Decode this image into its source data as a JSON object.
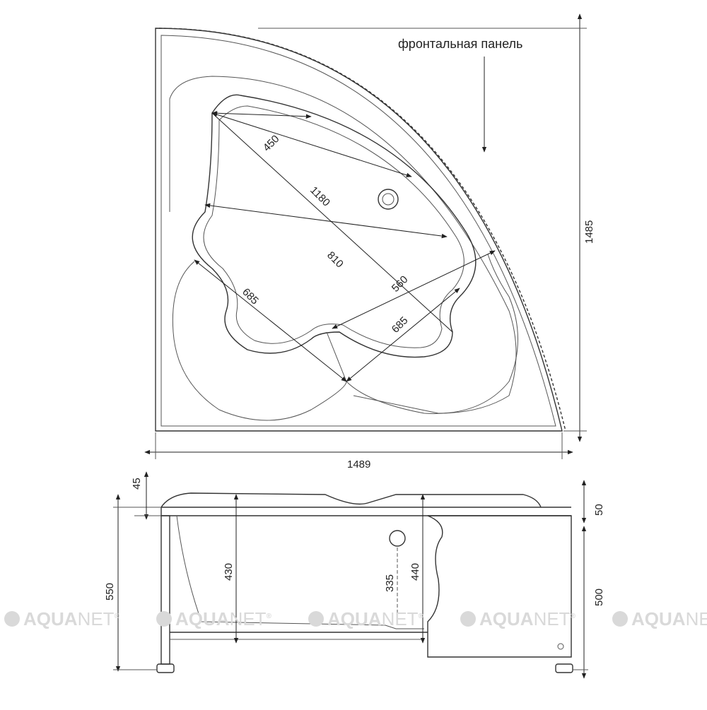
{
  "plan_view": {
    "front_panel_label": "фронтальная панель",
    "dimensions": {
      "overall_width": "1489",
      "overall_depth": "1485",
      "diagonal_outer": "1180",
      "diagonal_inner": "810",
      "basin_head": "450",
      "basin_side": "560",
      "lobe_left": "685",
      "lobe_right": "685"
    }
  },
  "side_view": {
    "dimensions": {
      "rim_thickness": "45",
      "total_height": "550",
      "inner_depth": "430",
      "drain_height": "335",
      "frame_height": "440",
      "panel_top": "50",
      "panel_height": "500"
    }
  },
  "watermark": {
    "brand_prefix": "AQUA",
    "brand_suffix": "NET",
    "registered": "®"
  },
  "colors": {
    "line": "#333333",
    "watermark": "#d9d9d9",
    "background": "#ffffff"
  }
}
